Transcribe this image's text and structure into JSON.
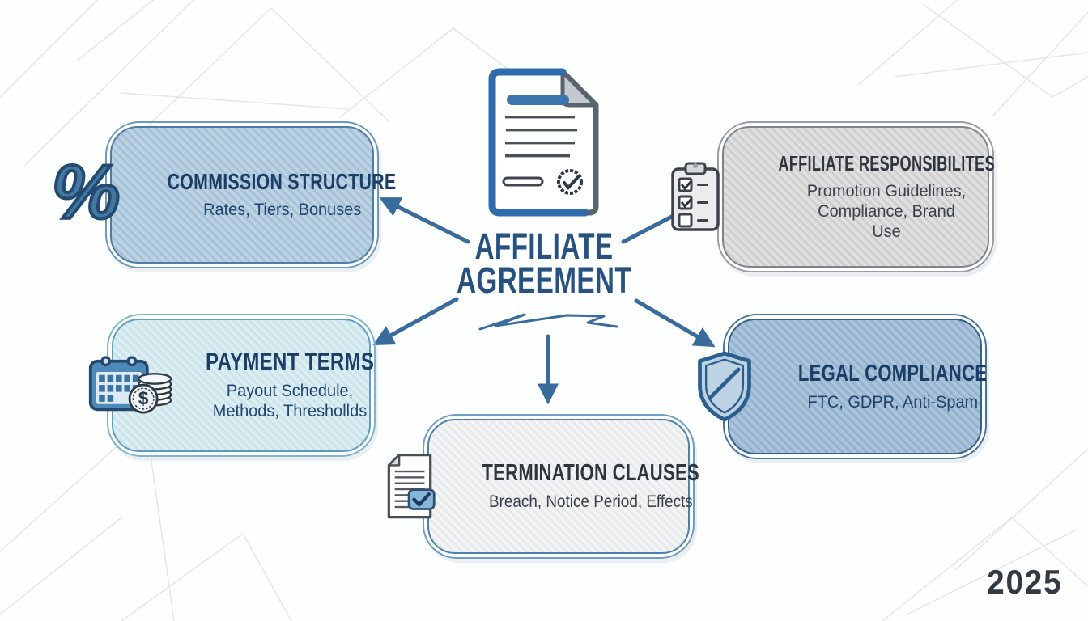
{
  "center": {
    "title_line1": "AFFILIATE",
    "title_line2": "AGREEMENT",
    "icon": "agreement-document-icon"
  },
  "year": "2025",
  "icons": {
    "percent_symbol": "%",
    "dollar_symbol": "$"
  },
  "nodes": [
    {
      "id": "commission",
      "title": "COMMISSION STRUCTURE",
      "subtitle": "Rates, Tiers, Bonuses",
      "icon": "percent-icon"
    },
    {
      "id": "responsibilities",
      "title": "AFFILIATE RESPONSIBILITES",
      "subtitle": "Promotion Guidelines, Compliance, Brand Use",
      "icon": "clipboard-checklist-icon"
    },
    {
      "id": "payment",
      "title": "PAYMENT TERMS",
      "subtitle": "Payout Schedule, Methods, Threshollds",
      "icon": "calendar-coins-icon"
    },
    {
      "id": "legal",
      "title": "LEGAL COMPLIANCE",
      "subtitle": "FTC, GDPR, Anti-Spam",
      "icon": "shield-icon"
    },
    {
      "id": "termination",
      "title": "TERMINATION CLAUSES",
      "subtitle": "Breach, Notice Period, Effects",
      "icon": "document-check-icon"
    }
  ],
  "colors": {
    "arrow": "#3a6b9d",
    "navy_text": "#1c3e66",
    "charcoal_text": "#2e353c",
    "center_title": "#27517f",
    "commission_fill": "#b0cadd",
    "responsibilities_fill": "#d6d6d6",
    "payment_fill": "#d3e9f0",
    "legal_fill": "#9fbcd4",
    "termination_fill": "#eceeef",
    "year_text": "#333a41"
  }
}
